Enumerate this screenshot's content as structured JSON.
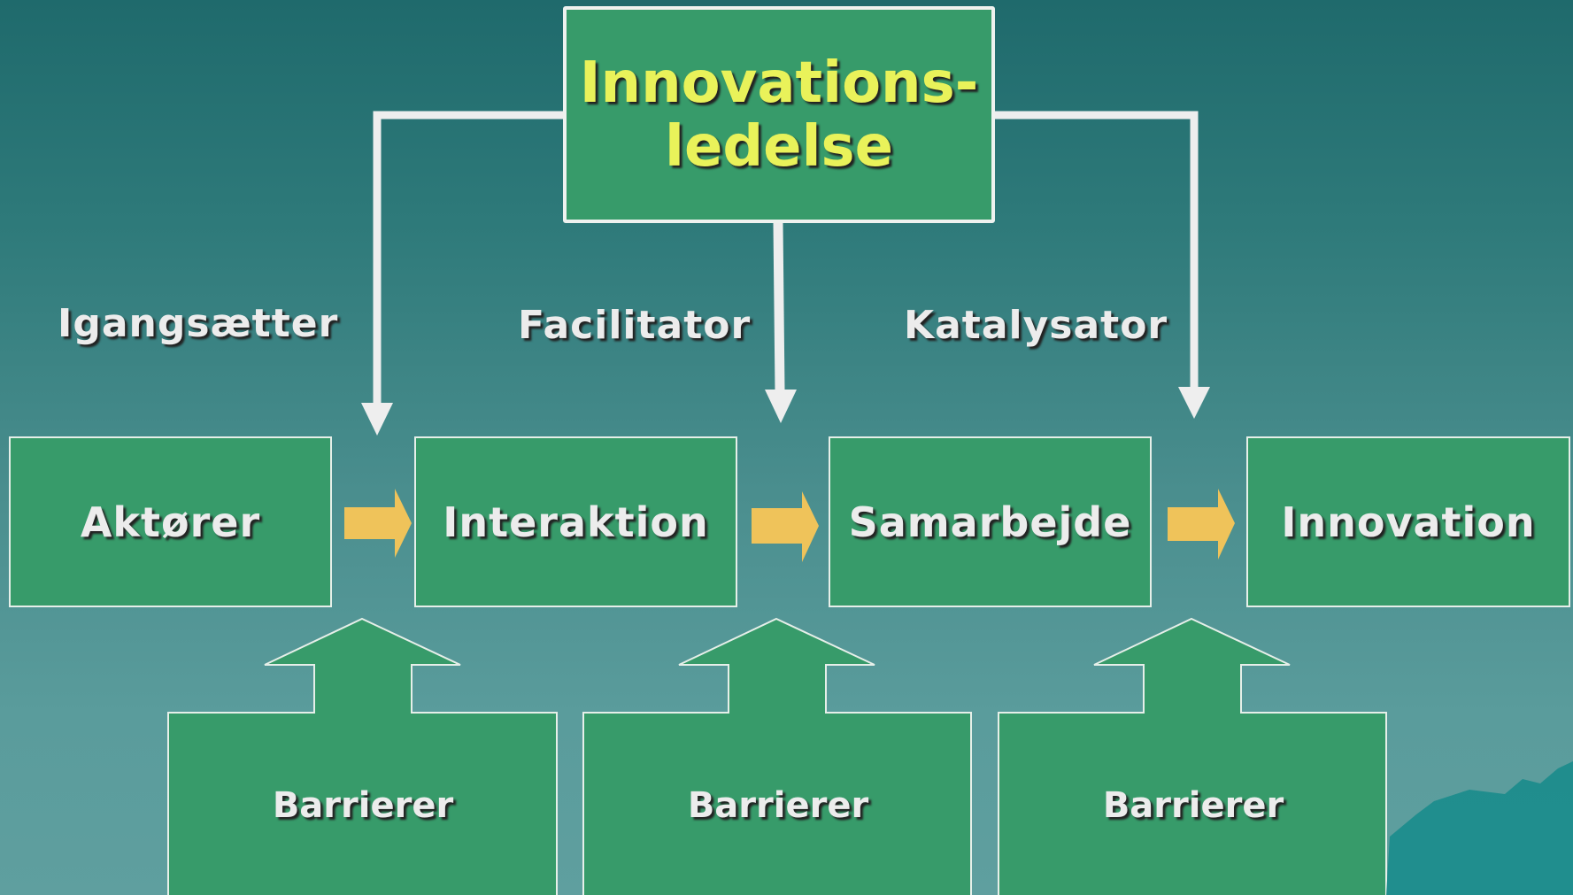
{
  "title": "Innovations-\nledelse",
  "roles": [
    "Igangsætter",
    "Facilitator",
    "Katalysator"
  ],
  "process": [
    "Aktører",
    "Interaktion",
    "Samarbejde",
    "Innovation"
  ],
  "barriers": [
    "Barrierer",
    "Barrierer",
    "Barrierer"
  ],
  "colors": {
    "box_fill": "#379b6a",
    "title_text": "#e9f25a",
    "label_text": "#ececec",
    "arrow_yellow": "#efc35a",
    "connector": "#eeeeee"
  }
}
